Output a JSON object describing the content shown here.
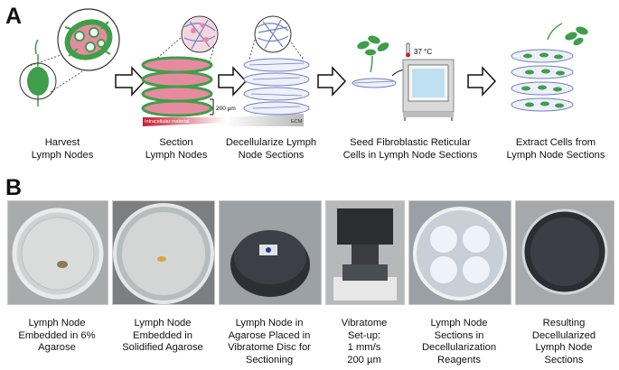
{
  "panels": {
    "a": "A",
    "b": "B"
  },
  "workflow": {
    "steps": [
      {
        "lines": [
          "Harvest",
          "Lymph Nodes"
        ]
      },
      {
        "lines": [
          "Section",
          "Lymph Nodes"
        ]
      },
      {
        "lines": [
          "Decellularize Lymph",
          "Node Sections"
        ]
      },
      {
        "lines": [
          "Seed Fibroblastic Reticular",
          "Cells in Lymph Node Sections"
        ]
      },
      {
        "lines": [
          "Extract Cells from",
          "Lymph Node Sections"
        ]
      }
    ],
    "scale_bar": "200 µm",
    "gradient_left": "Intracellular material",
    "gradient_right": "ECM",
    "incubator_temp": "37 °C"
  },
  "photos": {
    "captions": [
      {
        "lines": [
          "Lymph Node",
          "Embedded in 6%",
          "Agarose"
        ]
      },
      {
        "lines": [
          "Lymph Node",
          "Embedded in",
          "Solidified Agarose"
        ]
      },
      {
        "lines": [
          "Lymph Node in",
          "Agarose Placed in",
          "Vibratome Disc for",
          "Sectioning"
        ]
      },
      {
        "lines": [
          "Vibratome",
          "Set-up:",
          "1 mm/s",
          "200 µm"
        ]
      },
      {
        "lines": [
          "Lymph Node",
          "Sections in",
          "Decellularization",
          "Reagents"
        ]
      },
      {
        "lines": [
          "Resulting",
          "Decellularized",
          "Lymph Node",
          "Sections"
        ]
      }
    ]
  },
  "colors": {
    "cell_green": "#3f9e4a",
    "node_pink": "#e58ba0",
    "ecm_blue": "#6e7fc4",
    "gradient_red": "#c81e2f"
  }
}
